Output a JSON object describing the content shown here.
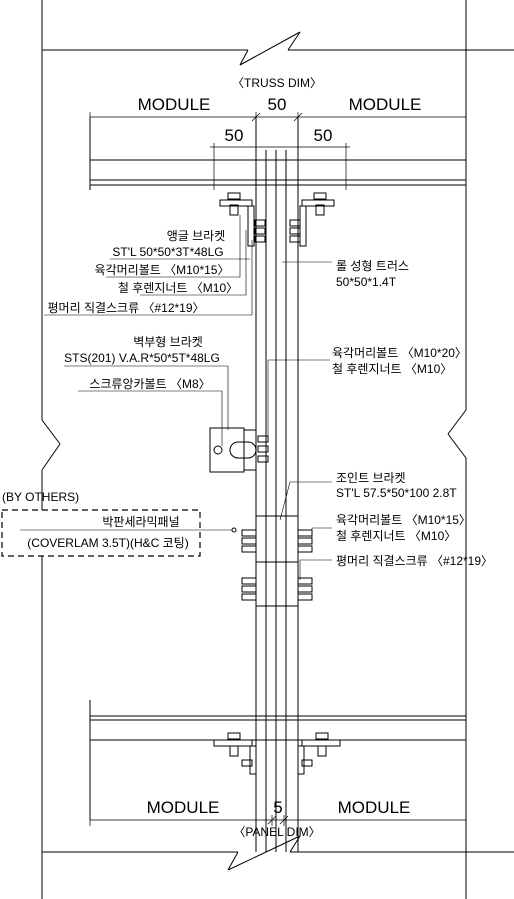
{
  "dims": {
    "truss_dim": "〈TRUSS DIM〉",
    "panel_dim": "〈PANEL DIM〉",
    "module_top_left": "MODULE",
    "module_top_right": "MODULE",
    "gap_top": "50",
    "offset_left": "50",
    "offset_right": "50",
    "module_bottom_left": "MODULE",
    "module_bottom_right": "MODULE",
    "gap_bottom": "5"
  },
  "labels": {
    "angle_bracket_1": "앵글 브라켓",
    "angle_bracket_2": "ST'L 50*50*3T*48LG",
    "hex_bolt_upper": "육각머리볼트 〈M10*15〉",
    "nut_upper": "철 후렌지너트 〈M10〉",
    "flat_screw_upper": "평머리 직결스크류 〈#12*19〉",
    "roll_truss_1": "롤 성형 트러스",
    "roll_truss_2": "50*50*1.4T",
    "wall_bracket_1": "벽부형 브라켓",
    "wall_bracket_2": "STS(201) V.A.R*50*5T*48LG",
    "anchor_bolt": "스크류앙카볼트 〈M8〉",
    "hex_bolt_mid": "육각머리볼트 〈M10*20〉",
    "nut_mid": "철 후렌지너트 〈M10〉",
    "joint_bracket_1": "조인트 브라켓",
    "joint_bracket_2": "ST'L 57.5*50*100 2.8T",
    "hex_bolt_lower": "육각머리볼트 〈M10*15〉",
    "nut_lower": "철 후렌지너트 〈M10〉",
    "flat_screw_lower": "평머리 직결스크류 〈#12*19〉",
    "by_others": "(BY OTHERS)",
    "panel_1": "박판세라믹패널",
    "panel_2": "(COVERLAM  3.5T)(H&C 코팅)"
  }
}
